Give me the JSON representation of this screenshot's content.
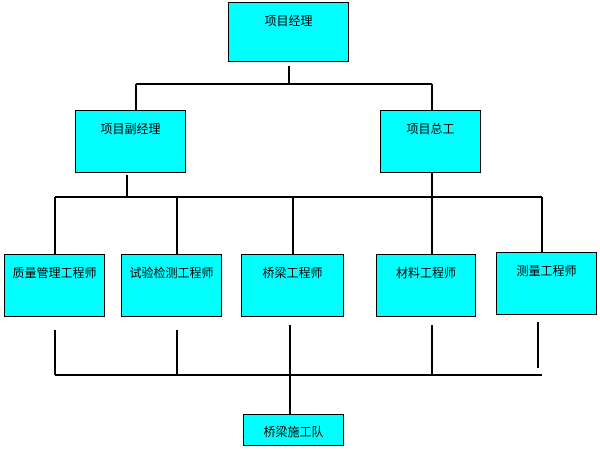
{
  "diagram": {
    "node_fill": "#00ffff",
    "line_color": "#000000",
    "nodes": {
      "project_manager": "项目经理",
      "deputy_manager": "项目副经理",
      "chief_engineer": "项目总工",
      "quality_engineer": "质量管理工程师",
      "test_engineer": "试验检测工程师",
      "bridge_engineer": "桥梁工程师",
      "materials_engineer": "材料工程师",
      "survey_engineer": "测量工程师",
      "construction_team": "桥梁施工队"
    }
  }
}
